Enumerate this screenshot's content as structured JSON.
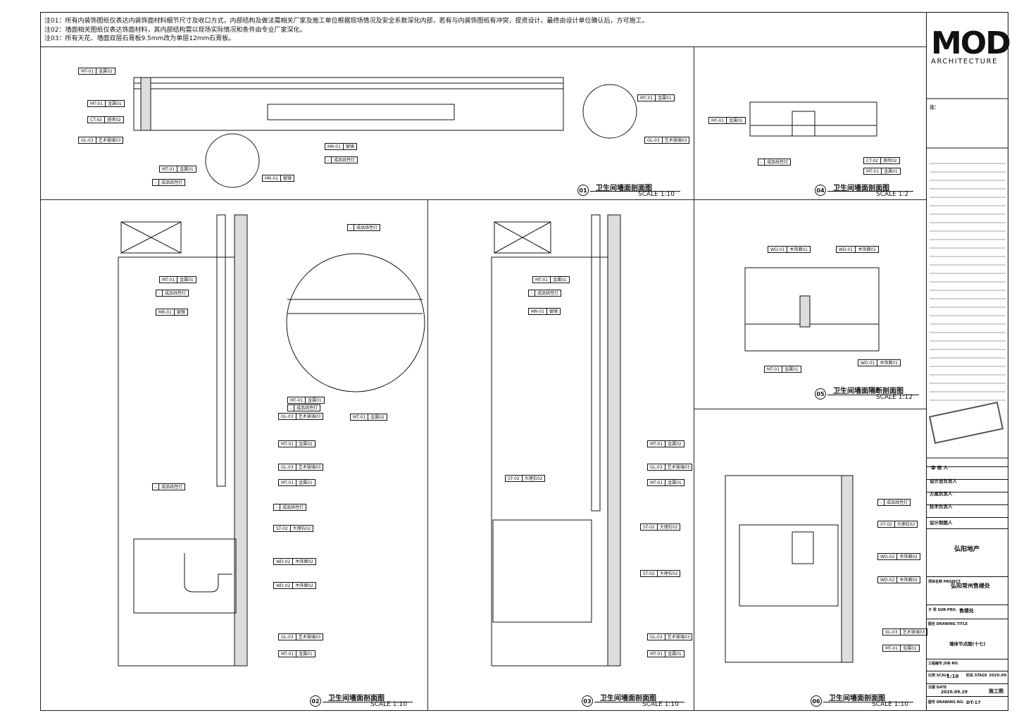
{
  "notes": [
    "注01：所有内装饰图纸仅表达内装饰面材料细节尺寸及收口方式，内部结构及做法需相关厂家及施工单位根据现场情况及安全系数深化内部，若有与内装饰图纸有冲突，提资设计。最终由设计单位确认后，方可施工。",
    "注02：墙面相关图纸仅表达饰面材料，其内部结构需以现场实际情况和条件由专业厂家深化。",
    "注03：所有天花、墙面双层石膏板9.5mm改为单层12mm石膏板。"
  ],
  "sections": [
    {
      "num": "01",
      "title": "卫生间墙面剖面图",
      "scale": "SCALE  1:10"
    },
    {
      "num": "04",
      "title": "卫生间墙面剖面图",
      "scale": "SCALE  1:2"
    },
    {
      "num": "05",
      "title": "卫生间墙面隔断剖面图",
      "scale": "SCALE  1:12"
    },
    {
      "num": "02",
      "title": "卫生间墙面剖面图",
      "scale": "SCALE  1:10"
    },
    {
      "num": "03",
      "title": "卫生间墙面剖面图",
      "scale": "SCALE  1:10"
    },
    {
      "num": "06",
      "title": "卫生间墙面剖面图",
      "scale": "SCALE  1:10"
    }
  ],
  "labels": {
    "s01": [
      {
        "code": "MT-01",
        "mat": "金属02"
      },
      {
        "code": "MT-01",
        "mat": "金属01"
      },
      {
        "code": "CT-02",
        "mat": "瓷砖02"
      },
      {
        "code": "GL-03",
        "mat": "艺术玻璃03"
      },
      {
        "code": "MR-01",
        "mat": "银镜"
      },
      {
        "code": "-",
        "mat": "成品线性灯"
      },
      {
        "code": "MT-01",
        "mat": "金属01"
      },
      {
        "code": "-",
        "mat": "成品线性灯"
      },
      {
        "code": "MR-01",
        "mat": "银镜"
      },
      {
        "code": "MT-01",
        "mat": "金属01"
      },
      {
        "code": "GL-03",
        "mat": "艺术玻璃03"
      }
    ],
    "s04": [
      {
        "code": "MT-01",
        "mat": "金属01"
      },
      {
        "code": "-",
        "mat": "成品线性灯"
      },
      {
        "code": "CT-02",
        "mat": "瓷砖02"
      },
      {
        "code": "MT-01",
        "mat": "金属01"
      }
    ],
    "s05": [
      {
        "code": "WD-01",
        "mat": "木饰面01"
      },
      {
        "code": "WD-01",
        "mat": "木饰面01"
      },
      {
        "code": "MT-01",
        "mat": "金属01"
      },
      {
        "code": "WD-01",
        "mat": "木饰面01"
      }
    ],
    "s02": [
      {
        "code": "-",
        "mat": "成品线性灯"
      },
      {
        "code": "MT-01",
        "mat": "金属01"
      },
      {
        "code": "-",
        "mat": "成品线性灯"
      },
      {
        "code": "MR-01",
        "mat": "银镜"
      },
      {
        "code": "-",
        "mat": "成品线性灯"
      },
      {
        "code": "MT-01",
        "mat": "金属01"
      },
      {
        "code": "GL-03",
        "mat": "艺术玻璃03"
      },
      {
        "code": "MT-01",
        "mat": "金属02"
      },
      {
        "code": "MT-01",
        "mat": "金属02"
      },
      {
        "code": "GL-03",
        "mat": "艺术玻璃03"
      },
      {
        "code": "MT-01",
        "mat": "金属01"
      },
      {
        "code": "-",
        "mat": "成品线性灯"
      },
      {
        "code": "-",
        "mat": "成品线性灯"
      },
      {
        "code": "ST-02",
        "mat": "大理石02"
      },
      {
        "code": "WD-02",
        "mat": "木饰面02"
      },
      {
        "code": "WD-02",
        "mat": "木饰面02"
      },
      {
        "code": "GL-03",
        "mat": "艺术玻璃03"
      },
      {
        "code": "MT-01",
        "mat": "金属01"
      }
    ],
    "s03": [
      {
        "code": "MT-01",
        "mat": "金属01"
      },
      {
        "code": "-",
        "mat": "成品线性灯"
      },
      {
        "code": "MR-01",
        "mat": "银镜"
      },
      {
        "code": "MT-01",
        "mat": "金属02"
      },
      {
        "code": "GL-03",
        "mat": "艺术玻璃03"
      },
      {
        "code": "MT-01",
        "mat": "金属01"
      },
      {
        "code": "ST-02",
        "mat": "大理石02"
      },
      {
        "code": "ST-02",
        "mat": "大理石02"
      },
      {
        "code": "ST-02",
        "mat": "大理石02"
      },
      {
        "code": "GL-03",
        "mat": "艺术玻璃03"
      },
      {
        "code": "MT-01",
        "mat": "金属01"
      }
    ],
    "s06": [
      {
        "code": "-",
        "mat": "成品线性灯"
      },
      {
        "code": "ST-02",
        "mat": "大理石02"
      },
      {
        "code": "WD-02",
        "mat": "木饰面02"
      },
      {
        "code": "WD-02",
        "mat": "木饰面02"
      },
      {
        "code": "GL-03",
        "mat": "艺术玻璃03"
      },
      {
        "code": "MT-01",
        "mat": "金属01"
      }
    ]
  },
  "title_block": {
    "logo": "MOD",
    "logo_sub": "ARCHITECTURE",
    "note_head": "注：",
    "review_rows": [
      "审 核 人",
      "设计总负责人",
      "方案负责人",
      "技术负责人",
      "设计制图人"
    ],
    "client_value": "弘阳地产",
    "project_label": "项目名称 PROJECT",
    "project_value": "弘阳常州售楼处",
    "sub_label": "子 项 SUB-PRO.",
    "sub_value": "售楼处",
    "drawing_title_label": "图名 DRAWING TITLE",
    "drawing_title_value": "墙体节点图(十七)",
    "job_label": "工程编号 JOB NO.",
    "scale_label": "比例 SCALE",
    "scale_value": "1:10",
    "date_value": "2020.09.29",
    "date_label": "日期 DATE",
    "stage_label": "阶段 STAGE",
    "stage_value": "施工图",
    "drawing_no_label": "图号 DRAWING NO.",
    "drawing_no_value": "DT-17",
    "year_value": "2020.09"
  },
  "colors": {
    "ink": "#111111",
    "hatch": "#888888",
    "paper": "#ffffff"
  }
}
